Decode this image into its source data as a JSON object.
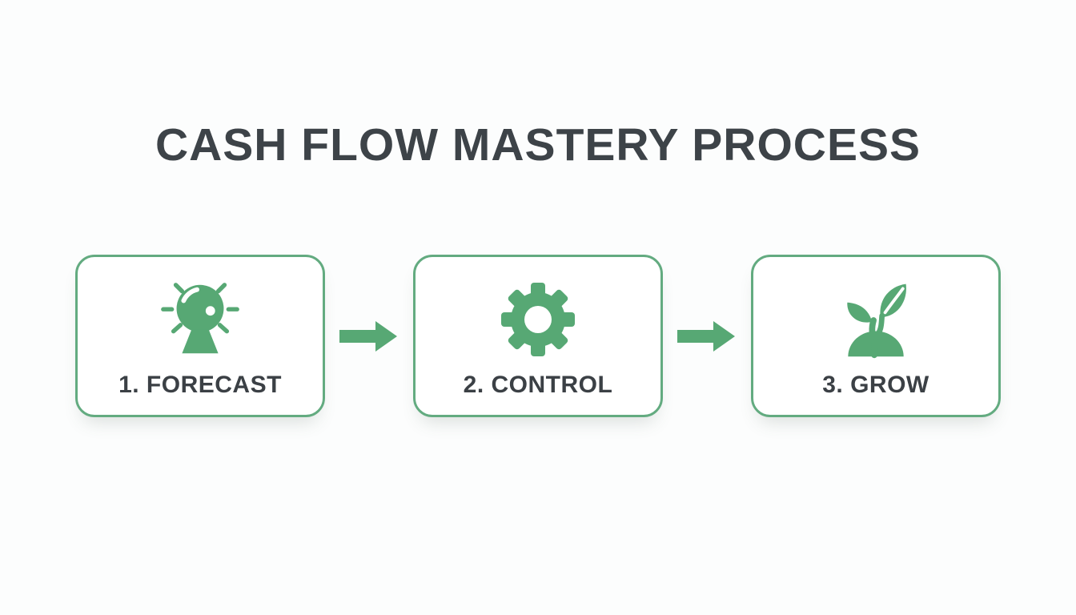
{
  "title": "CASH FLOW MASTERY PROCESS",
  "colors": {
    "green": "#57a874",
    "border_green": "#63ab80",
    "text_dark": "#3b4045",
    "title_dark": "#3d4348",
    "background": "#fcfdfd",
    "card_background": "#ffffff"
  },
  "steps": [
    {
      "label": "1. FORECAST",
      "icon": "crystal-ball-icon"
    },
    {
      "label": "2. CONTROL",
      "icon": "gear-icon"
    },
    {
      "label": "3. GROW",
      "icon": "sprout-icon"
    }
  ],
  "connector": {
    "icon": "arrow-right-icon"
  }
}
